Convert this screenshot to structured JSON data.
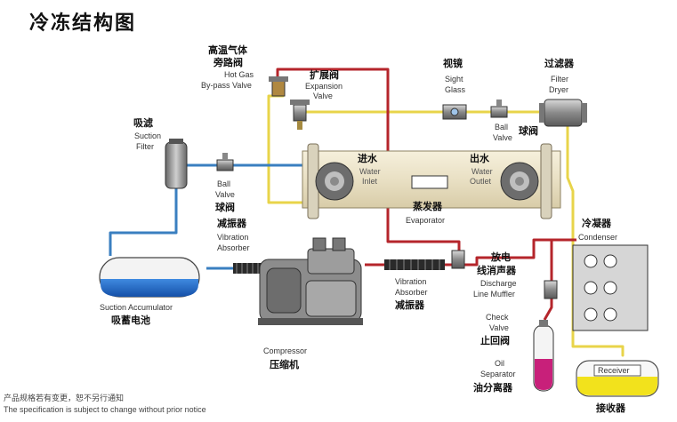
{
  "title": "冷冻结构图",
  "components": {
    "hot_gas_bypass": {
      "cn": "高温气体",
      "cn2": "旁路阀",
      "en": "Hot Gas",
      "en2": "By-pass Valve"
    },
    "expansion_valve": {
      "cn": "扩展阀",
      "en": "Expansion",
      "en2": "Valve"
    },
    "sight_glass": {
      "cn": "视镜",
      "en": "Sight",
      "en2": "Glass"
    },
    "filter_dryer": {
      "cn": "过滤器",
      "en": "Filter",
      "en2": "Dryer"
    },
    "ball_valve_right": {
      "en": "Ball",
      "en2": "Valve",
      "cn": "球阀"
    },
    "suction_filter": {
      "cn": "吸滤",
      "en": "Suction",
      "en2": "Filter"
    },
    "ball_valve_left": {
      "en": "Ball",
      "en2": "Valve",
      "cn": "球阀"
    },
    "water_inlet": {
      "cn": "进水",
      "en": "Water",
      "en2": "Inlet"
    },
    "water_outlet": {
      "cn": "出水",
      "en": "Water",
      "en2": "Outlet"
    },
    "evaporator": {
      "cn": "蒸发器",
      "en": "Evaporator"
    },
    "vibration_absorber_left": {
      "cn": "减振器",
      "en": "Vibration",
      "en2": "Absorber"
    },
    "suction_accumulator": {
      "en": "Suction Accumulator",
      "cn": "吸蓄电池"
    },
    "compressor": {
      "en": "Compressor",
      "cn": "压缩机"
    },
    "vibration_absorber_mid": {
      "en": "Vibration",
      "en2": "Absorber",
      "cn": "减振器"
    },
    "discharge_muffler": {
      "cn": "放电",
      "cn2": "线消声器",
      "en": "Discharge",
      "en2": "Line Muffler"
    },
    "check_valve": {
      "en": "Check",
      "en2": "Valve",
      "cn": "止回阀"
    },
    "oil_separator": {
      "en": "Oil",
      "en2": "Separator",
      "cn": "油分离器"
    },
    "condenser": {
      "cn": "冷凝器",
      "en": "Condenser"
    },
    "receiver": {
      "en": "Receiver",
      "cn": "接收器"
    }
  },
  "footer": {
    "cn": "产品规格若有变更，恕不另行通知",
    "en": "The specification is subject to change without prior notice"
  },
  "colors": {
    "liquid_line": "#e8d44a",
    "discharge_line": "#b5252b",
    "suction_line": "#3a7fc0",
    "evaporator_body": "#ede5cc",
    "accumulator_fill": "#1e66c8",
    "receiver_fill": "#f2e21c",
    "oil_fill": "#c8207a"
  }
}
